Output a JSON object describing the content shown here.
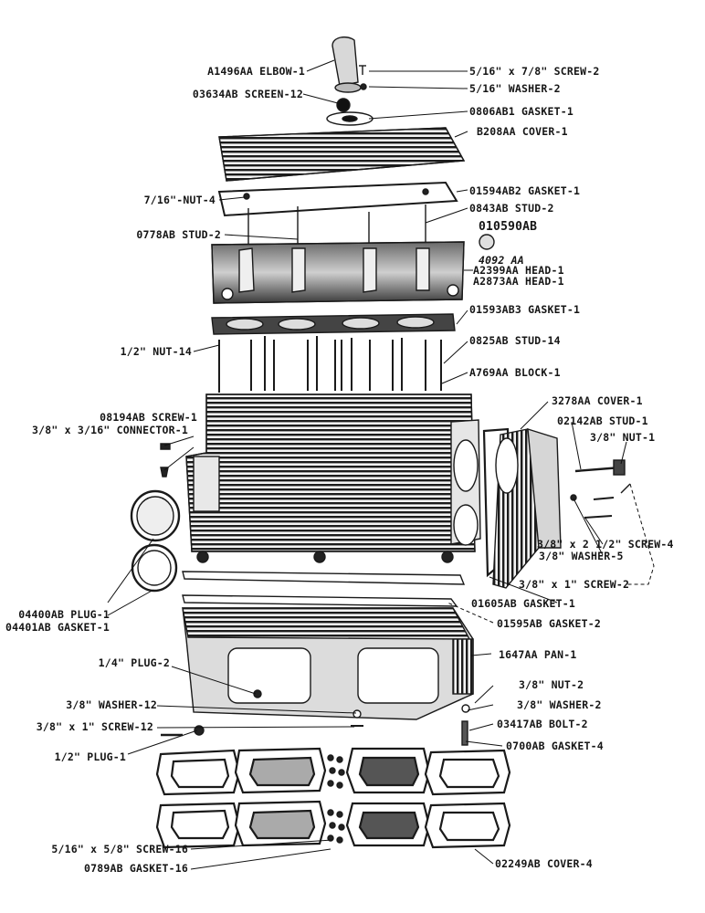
{
  "labels": {
    "elbow": "A1496AA ELBOW-1",
    "screen": "03634AB SCREEN-12",
    "screw_top": "5/16\" x 7/8\" SCREW-2",
    "washer_top": "5/16\" WASHER-2",
    "gasket_elbow": "0806AB1 GASKET-1",
    "cover_top": "B208AA COVER-1",
    "nut_716": "7/16\"-NUT-4",
    "gasket_cover": "01594AB2 GASKET-1",
    "stud_0843": "0843AB STUD-2",
    "stud_0778": "0778AB STUD-2",
    "plug_01059": "010590AB",
    "head_1": "4092 AA",
    "head_2": "A2399AA HEAD-1",
    "head_3": "A2873AA HEAD-1",
    "gasket_head": "01593AB3 GASKET-1",
    "nut_12": "1/2\" NUT-14",
    "stud_0825": "0825AB STUD-14",
    "block": "A769AA BLOCK-1",
    "screw_08194": "08194AB SCREW-1",
    "connector": "3/8\" x 3/16\" CONNECTOR-1",
    "cover_3278": "3278AA COVER-1",
    "stud_02142": "02142AB STUD-1",
    "nut_38": "3/8\" NUT-1",
    "screw_38_212": "3/8\" x 2 1/2\" SCREW-4",
    "washer_38_5": "3/8\" WASHER-5",
    "screw_38_1_2": "3/8\" x 1\" SCREW-2",
    "plug_04400": "04400AB PLUG-1",
    "gasket_04401": "04401AB GASKET-1",
    "gasket_01605": "01605AB GASKET-1",
    "gasket_01595": "01595AB GASKET-2",
    "plug_14": "1/4\" PLUG-2",
    "pan": "1647AA PAN-1",
    "nut_38_2": "3/8\" NUT-2",
    "washer_38_12": "3/8\" WASHER-12",
    "washer_38_2": "3/8\" WASHER-2",
    "screw_38_1_12": "3/8\" x 1\" SCREW-12",
    "bolt": "03417AB BOLT-2",
    "plug_12": "1/2\" PLUG-1",
    "gasket_0700": "0700AB GASKET-4",
    "screw_516": "5/16\" x 5/8\" SCREW-16",
    "gasket_0789": "0789AB GASKET-16",
    "cover_02249": "02249AB COVER-4"
  }
}
